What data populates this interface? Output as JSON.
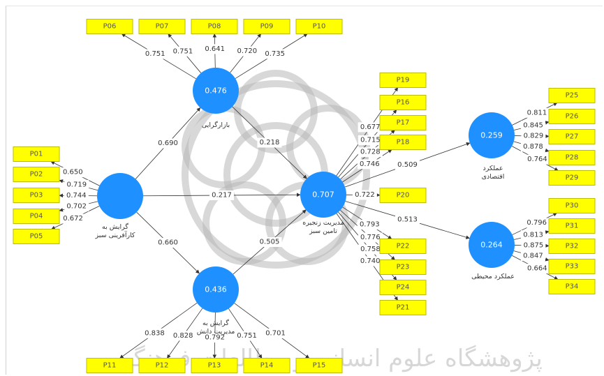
{
  "diagram": {
    "constructs": [
      {
        "id": "gov",
        "r2": "",
        "label_lines": [
          "گرایش به",
          "کارآفرینی سبز"
        ]
      },
      {
        "id": "mkt",
        "r2": "0.476",
        "label_lines": [
          "بازارگرایی"
        ]
      },
      {
        "id": "know",
        "r2": "0.436",
        "label_lines": [
          "گرایش به",
          "مدیریت دانش"
        ]
      },
      {
        "id": "gscm",
        "r2": "0.707",
        "label_lines": [
          "مدیریت زنجیره",
          "تامین سبز"
        ]
      },
      {
        "id": "econ",
        "r2": "0.259",
        "label_lines": [
          "عملکرد",
          "اقتصادی"
        ]
      },
      {
        "id": "env",
        "r2": "0.264",
        "label_lines": [
          "عملکرد محیطی"
        ]
      }
    ],
    "indicators": [
      "P01",
      "P02",
      "P03",
      "P04",
      "P05",
      "P06",
      "P07",
      "P08",
      "P09",
      "P10",
      "P11",
      "P12",
      "P13",
      "P14",
      "P15",
      "P16",
      "P17",
      "P18",
      "P19",
      "P20",
      "P21",
      "P22",
      "P23",
      "P24",
      "P25",
      "P26",
      "P27",
      "P28",
      "P29",
      "P30",
      "P31",
      "P32",
      "P33",
      "P34"
    ],
    "paths": [
      {
        "from": "gov",
        "to": "mkt",
        "coef": "0.690"
      },
      {
        "from": "gov",
        "to": "gscm",
        "coef": "0.217"
      },
      {
        "from": "gov",
        "to": "know",
        "coef": "0.660"
      },
      {
        "from": "mkt",
        "to": "gscm",
        "coef": "0.218"
      },
      {
        "from": "know",
        "to": "gscm",
        "coef": "0.505"
      },
      {
        "from": "gscm",
        "to": "econ",
        "coef": "0.509"
      },
      {
        "from": "gscm",
        "to": "env",
        "coef": "0.513"
      }
    ],
    "loadings": [
      {
        "construct": "gov",
        "indicator": "P01",
        "value": "0.650"
      },
      {
        "construct": "gov",
        "indicator": "P02",
        "value": "0.719"
      },
      {
        "construct": "gov",
        "indicator": "P03",
        "value": "0.744"
      },
      {
        "construct": "gov",
        "indicator": "P04",
        "value": "0.702"
      },
      {
        "construct": "gov",
        "indicator": "P05",
        "value": "0.672"
      },
      {
        "construct": "mkt",
        "indicator": "P06",
        "value": "0.751"
      },
      {
        "construct": "mkt",
        "indicator": "P07",
        "value": "0.751"
      },
      {
        "construct": "mkt",
        "indicator": "P08",
        "value": "0.641"
      },
      {
        "construct": "mkt",
        "indicator": "P09",
        "value": "0.720"
      },
      {
        "construct": "mkt",
        "indicator": "P10",
        "value": "0.735"
      },
      {
        "construct": "know",
        "indicator": "P11",
        "value": "0.838"
      },
      {
        "construct": "know",
        "indicator": "P12",
        "value": "0.828"
      },
      {
        "construct": "know",
        "indicator": "P13",
        "value": "0.792"
      },
      {
        "construct": "know",
        "indicator": "P14",
        "value": "0.751"
      },
      {
        "construct": "know",
        "indicator": "P15",
        "value": "0.701"
      },
      {
        "construct": "gscm",
        "indicator": "P16",
        "value": "0.715"
      },
      {
        "construct": "gscm",
        "indicator": "P17",
        "value": "0.728"
      },
      {
        "construct": "gscm",
        "indicator": "P18",
        "value": "0.746"
      },
      {
        "construct": "gscm",
        "indicator": "P19",
        "value": "0.677"
      },
      {
        "construct": "gscm",
        "indicator": "P20",
        "value": "0.722"
      },
      {
        "construct": "gscm",
        "indicator": "P22",
        "value": "0.793"
      },
      {
        "construct": "gscm",
        "indicator": "P23",
        "value": "0.776"
      },
      {
        "construct": "gscm",
        "indicator": "P24",
        "value": "0.758"
      },
      {
        "construct": "gscm",
        "indicator": "P21",
        "value": "0.740"
      },
      {
        "construct": "econ",
        "indicator": "P25",
        "value": "0.811"
      },
      {
        "construct": "econ",
        "indicator": "P26",
        "value": "0.845"
      },
      {
        "construct": "econ",
        "indicator": "P27",
        "value": "0.829"
      },
      {
        "construct": "econ",
        "indicator": "P28",
        "value": "0.878"
      },
      {
        "construct": "econ",
        "indicator": "P29",
        "value": "0.764"
      },
      {
        "construct": "env",
        "indicator": "P30",
        "value": "0.796"
      },
      {
        "construct": "env",
        "indicator": "P31",
        "value": "0.813"
      },
      {
        "construct": "env",
        "indicator": "P32",
        "value": "0.875"
      },
      {
        "construct": "env",
        "indicator": "P33",
        "value": "0.847"
      },
      {
        "construct": "env",
        "indicator": "P34",
        "value": "0.664"
      }
    ],
    "watermark_text": "پژوهشگاه علوم انسانی و مطالعات فرهنگی"
  },
  "colors": {
    "construct": "#1e90ff",
    "indicator": "#ffff00",
    "edge": "#333333"
  }
}
